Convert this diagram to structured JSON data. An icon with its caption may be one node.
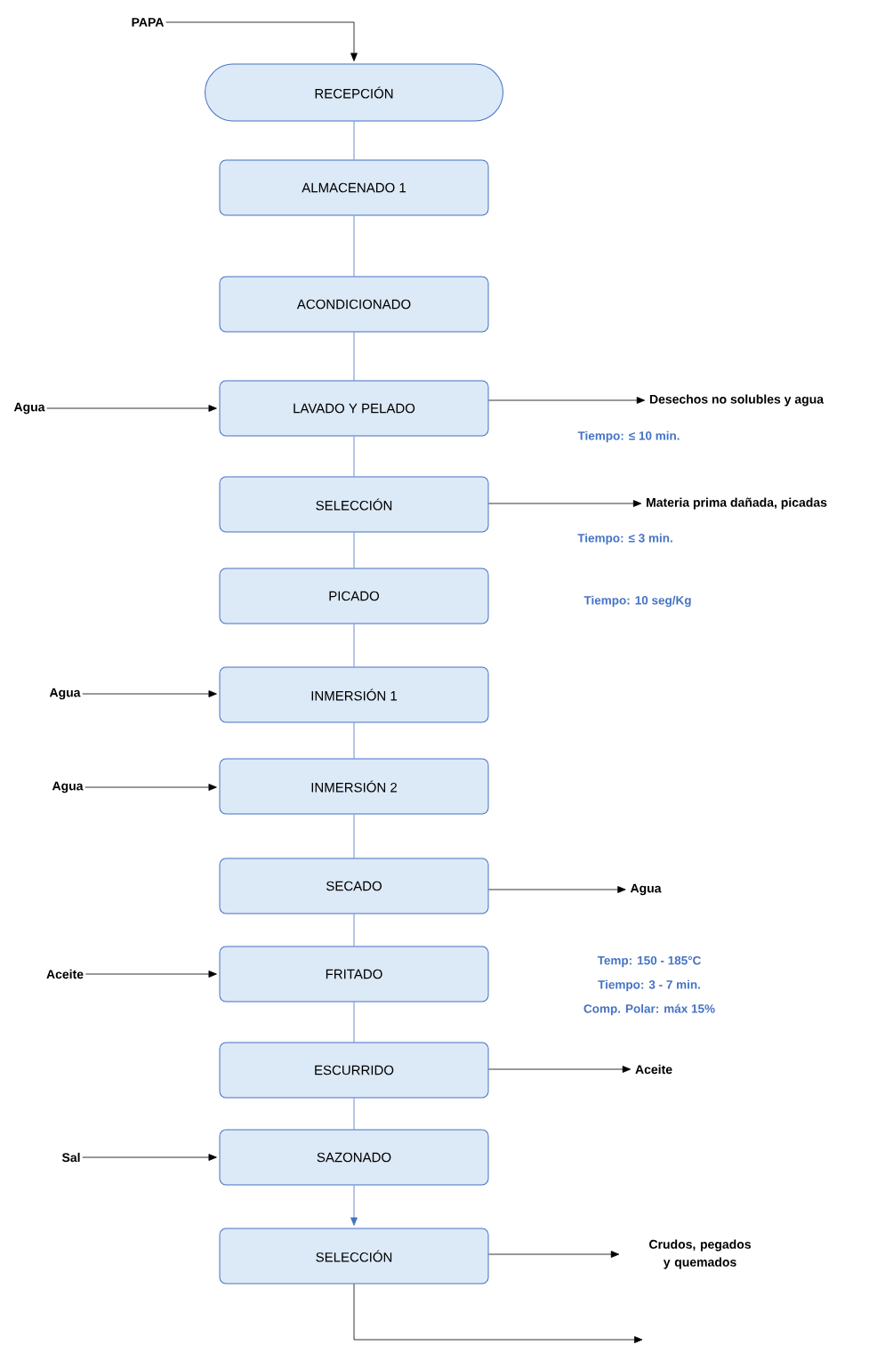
{
  "diagram": {
    "nodes": [
      {
        "text": [
          "PAPA"
        ]
      },
      {
        "text": [
          "RECEPCIÓN"
        ]
      },
      {
        "text": [
          "ALMACENADO 1"
        ]
      },
      {
        "text": [
          "ACONDICIONADO"
        ]
      },
      {
        "text": [
          "Agua"
        ]
      },
      {
        "text": [
          "LAVADO Y PELADO"
        ]
      },
      {
        "text": [
          "Desechos no solubles y agua"
        ]
      },
      {
        "text": [
          "SELECCIÓN"
        ]
      },
      {
        "text": [
          "Materia prima dañada, picadas"
        ]
      },
      {
        "text": [
          "PICADO"
        ]
      },
      {
        "text": [
          "Agua"
        ]
      },
      {
        "text": [
          "INMERSIÓN 1"
        ]
      },
      {
        "text": [
          "Agua"
        ]
      },
      {
        "text": [
          "INMERSIÓN 2"
        ]
      },
      {
        "text": [
          "SECADO"
        ]
      },
      {
        "text": [
          "Agua"
        ]
      },
      {
        "text": [
          "Aceite"
        ]
      },
      {
        "text": [
          "FRITADO"
        ]
      },
      {
        "text": [
          "ESCURRIDO"
        ]
      },
      {
        "text": [
          "Aceite"
        ]
      },
      {
        "text": [
          "Sal"
        ]
      },
      {
        "text": [
          "SAZONADO"
        ]
      },
      {
        "text": [
          "SELECCIÓN"
        ]
      },
      {
        "text": [
          "Crudos, pegados y quemados"
        ]
      }
    ],
    "edges": [
      {
        "from": 0,
        "to": 1,
        "arrow": "to",
        "color": "#000000"
      },
      {
        "from": 1,
        "to": 2,
        "arrow": "none",
        "color": "#4472c4"
      },
      {
        "from": 2,
        "to": 3,
        "arrow": "none",
        "color": "#4472c4"
      },
      {
        "from": 3,
        "to": 5,
        "arrow": "none",
        "color": "#4472c4"
      },
      {
        "from": 4,
        "to": 5,
        "arrow": "to",
        "color": "#000000"
      },
      {
        "from": 5,
        "to": 6,
        "arrow": "to",
        "color": "#000000"
      },
      {
        "from": 5,
        "to": 7,
        "arrow": "none",
        "color": "#4472c4"
      },
      {
        "from": 7,
        "to": 8,
        "arrow": "to",
        "color": "#000000"
      },
      {
        "from": 7,
        "to": 9,
        "arrow": "none",
        "color": "#4472c4"
      },
      {
        "from": 9,
        "to": 11,
        "arrow": "none",
        "color": "#4472c4"
      },
      {
        "from": 10,
        "to": 11,
        "arrow": "to",
        "color": "#000000"
      },
      {
        "from": 11,
        "to": 13,
        "arrow": "none",
        "color": "#4472c4"
      },
      {
        "from": 12,
        "to": 13,
        "arrow": "to",
        "color": "#000000"
      },
      {
        "from": 13,
        "to": 14,
        "arrow": "none",
        "color": "#4472c4"
      },
      {
        "from": 14,
        "to": 15,
        "arrow": "to",
        "color": "#000000"
      },
      {
        "from": 14,
        "to": 17,
        "arrow": "none",
        "color": "#4472c4"
      },
      {
        "from": 16,
        "to": 17,
        "arrow": "to",
        "color": "#000000"
      },
      {
        "from": 17,
        "to": 18,
        "arrow": "none",
        "color": "#4472c4"
      },
      {
        "from": 18,
        "to": 19,
        "arrow": "to",
        "color": "#000000"
      },
      {
        "from": 18,
        "to": 21,
        "arrow": "none",
        "color": "#4472c4"
      },
      {
        "from": 20,
        "to": 21,
        "arrow": "to",
        "color": "#000000"
      },
      {
        "from": 21,
        "to": 22,
        "arrow": "to",
        "color": "#4472c4"
      },
      {
        "from": 22,
        "to": 23,
        "arrow": "to",
        "color": "#000000"
      },
      {
        "from": 22,
        "to": null,
        "arrow": "to",
        "color": "#000000"
      }
    ],
    "labels": [
      "Tiempo: ≤ 10 min.",
      "Tiempo: ≤ 3 min.",
      "Tiempo: 10 seg/Kg",
      "Temp: 150 - 185°C",
      "Tiempo: 3 - 7 min.",
      "Comp. Polar: máx 15%"
    ]
  }
}
